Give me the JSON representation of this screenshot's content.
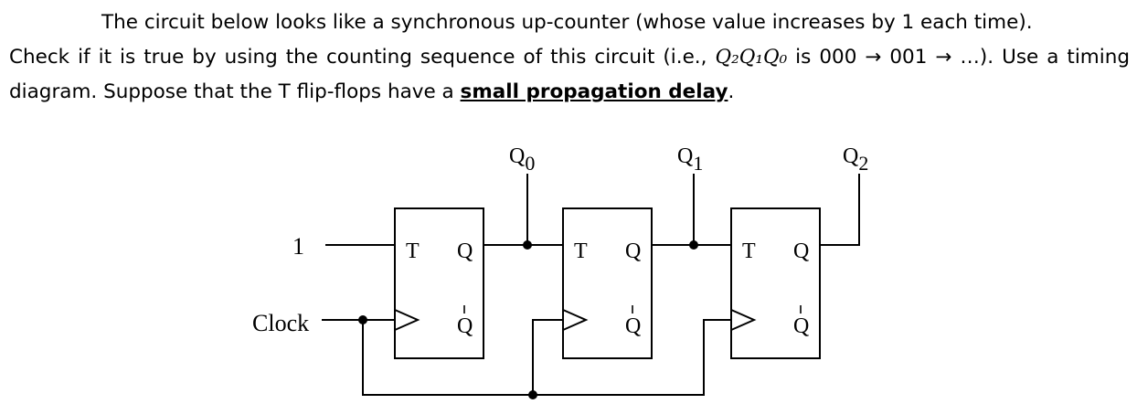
{
  "question": {
    "line1": "The circuit below looks like a synchronous up-counter (whose value increases by 1 each time).",
    "line2_pre": "Check if it is true by using the counting sequence of this circuit (i.e., ",
    "line2_var": "Q₂Q₁Q₀",
    "line2_post": " is 000 → 001 → …). Use a",
    "line3_pre": "timing diagram. Suppose that the T flip-flops have a ",
    "line3_emph": "small propagation delay",
    "line3_post": "."
  },
  "circuit": {
    "input_one": "1",
    "clock_label": "Clock",
    "flip_flops": [
      {
        "t": "T",
        "q": "Q",
        "qbar": "Q"
      },
      {
        "t": "T",
        "q": "Q",
        "qbar": "Q"
      },
      {
        "t": "T",
        "q": "Q",
        "qbar": "Q"
      }
    ],
    "outputs": [
      {
        "name": "Q",
        "sub": "0"
      },
      {
        "name": "Q",
        "sub": "1"
      },
      {
        "name": "Q",
        "sub": "2"
      }
    ]
  }
}
